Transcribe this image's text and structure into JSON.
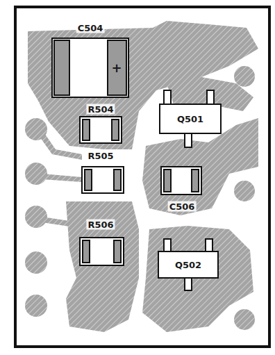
{
  "diagram": {
    "labels": [
      "C504",
      "+",
      "R504",
      "Q501",
      "R505",
      "C506",
      "R506",
      "Q502"
    ]
  }
}
